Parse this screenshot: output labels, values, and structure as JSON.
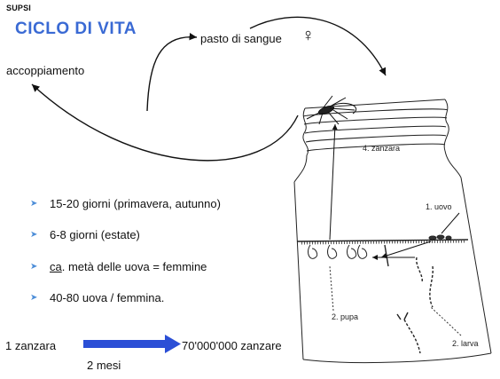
{
  "header": {
    "logo": "SUPSI",
    "title": "CICLO DI VITA"
  },
  "cycle": {
    "blood_meal": "pasto di sangue",
    "female_symbol": "♀",
    "mating": "accoppiamento"
  },
  "facts": [
    {
      "text": "15-20 giorni (primavera, autunno)"
    },
    {
      "text": "6-8 giorni (estate)"
    },
    {
      "prefix": "ca",
      "text": ". metà delle uova = femmine"
    },
    {
      "text": "40-80 uova / femmina."
    }
  ],
  "multiplication": {
    "from": "1 zanzara",
    "to": "70'000'000 zanzare",
    "duration": "2 mesi",
    "arrow_color": "#2b4fd6"
  },
  "jar_labels": {
    "adult": "4. zanzara",
    "egg": "1. uovo",
    "pupa": "2. pupa",
    "larva": "2. larva"
  },
  "colors": {
    "title": "#3a6ad4",
    "bullet": "#4d8ed8"
  }
}
